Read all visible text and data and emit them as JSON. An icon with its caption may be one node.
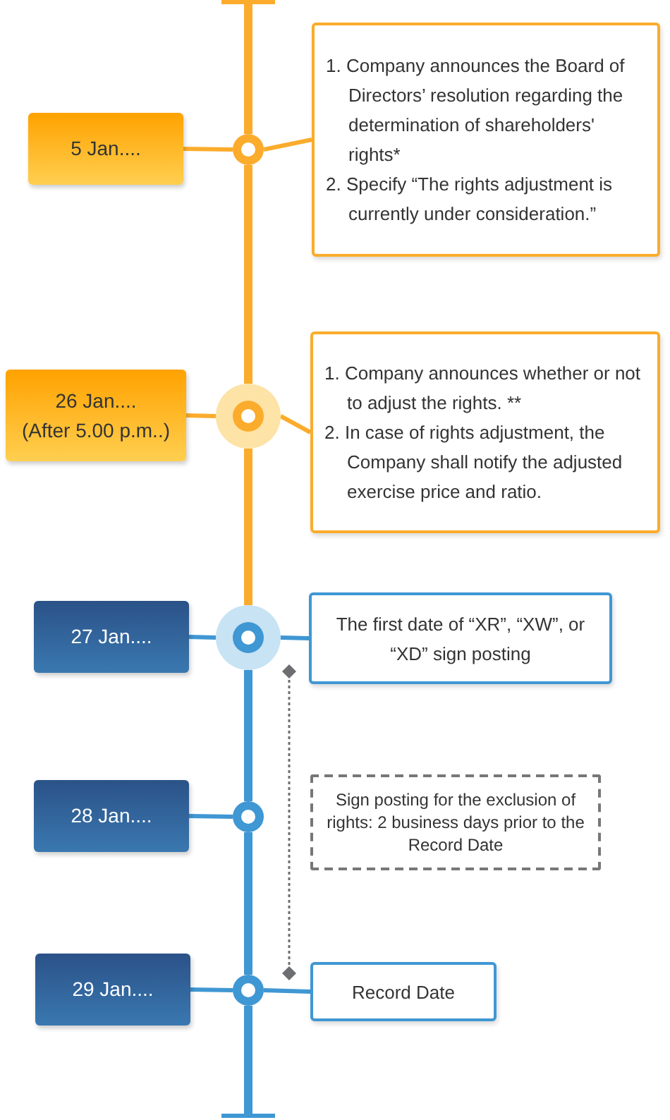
{
  "diagram": {
    "nodes": [
      {
        "text": [
          "5 Jan...."
        ]
      },
      {
        "text": [],
        "shape": "circle"
      },
      {
        "text": [
          "1. Company announces the Board of Directors’ resolution regarding the determination of shareholders' rights*",
          "2.  Specify “The rights adjustment is currently under consideration.”"
        ]
      },
      {
        "text": [
          "26 Jan....",
          "(After 5.00 p.m..)"
        ]
      },
      {
        "text": [],
        "shape": "circle"
      },
      {
        "text": [
          "1. Company announces whether or not to adjust the rights. **",
          "2.  In case of rights adjustment, the Company shall notify the adjusted exercise price and ratio."
        ]
      },
      {
        "text": [
          "27 Jan...."
        ]
      },
      {
        "text": [],
        "shape": "circle"
      },
      {
        "text": [
          "The first date of “XR”, “XW”, or “XD” sign posting"
        ]
      },
      {
        "text": [
          "28 Jan...."
        ]
      },
      {
        "text": [],
        "shape": "circle"
      },
      {
        "text": [
          "Sign posting for the exclusion of rights: 2 business days prior to the Record Date"
        ]
      },
      {
        "text": [
          "29 Jan...."
        ]
      },
      {
        "text": [],
        "shape": "circle"
      },
      {
        "text": [
          "Record Date"
        ]
      }
    ],
    "edges": [
      {
        "from": null,
        "to": 1,
        "arrow": "none",
        "style": "thick",
        "color": "#fbac2c"
      },
      {
        "from": 0,
        "to": 1,
        "arrow": "none",
        "color": "#fbac2c"
      },
      {
        "from": 1,
        "to": 2,
        "arrow": "none",
        "color": "#fbac2c"
      },
      {
        "from": 1,
        "to": 4,
        "arrow": "none",
        "style": "thick",
        "color": "#fbac2c"
      },
      {
        "from": 3,
        "to": 4,
        "arrow": "none",
        "color": "#fbac2c"
      },
      {
        "from": 4,
        "to": 5,
        "arrow": "none",
        "color": "#fbac2c"
      },
      {
        "from": 4,
        "to": 7,
        "arrow": "none",
        "style": "thick",
        "color": "#fbac2c"
      },
      {
        "from": 6,
        "to": 7,
        "arrow": "none"
      },
      {
        "from": 7,
        "to": 8,
        "arrow": "none"
      },
      {
        "from": 7,
        "to": 10,
        "arrow": "none",
        "style": "thick"
      },
      {
        "from": 9,
        "to": 10,
        "arrow": "none"
      },
      {
        "from": 10,
        "to": 13,
        "arrow": "none",
        "style": "thick"
      },
      {
        "from": 12,
        "to": 13,
        "arrow": "none"
      },
      {
        "from": 13,
        "to": 14,
        "arrow": "none"
      },
      {
        "from": 13,
        "to": null,
        "arrow": "none",
        "style": "thick"
      }
    ]
  }
}
